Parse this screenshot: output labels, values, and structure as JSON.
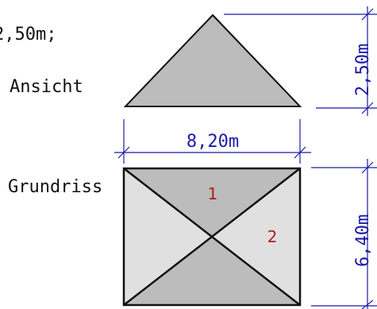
{
  "header_text": "2,50m;",
  "labels": {
    "view": "Ansicht",
    "plan": "Grundriss"
  },
  "dimensions": {
    "width": "8,20m",
    "height": "2,50m",
    "depth": "6,40m"
  },
  "areas": [
    "1",
    "2"
  ],
  "colors": {
    "outline": "#111111",
    "dimension": "#1a1aa8",
    "area_label": "#b31b1b",
    "dark_fill": "#bcbcbc",
    "light_fill": "#e0e0e0"
  }
}
